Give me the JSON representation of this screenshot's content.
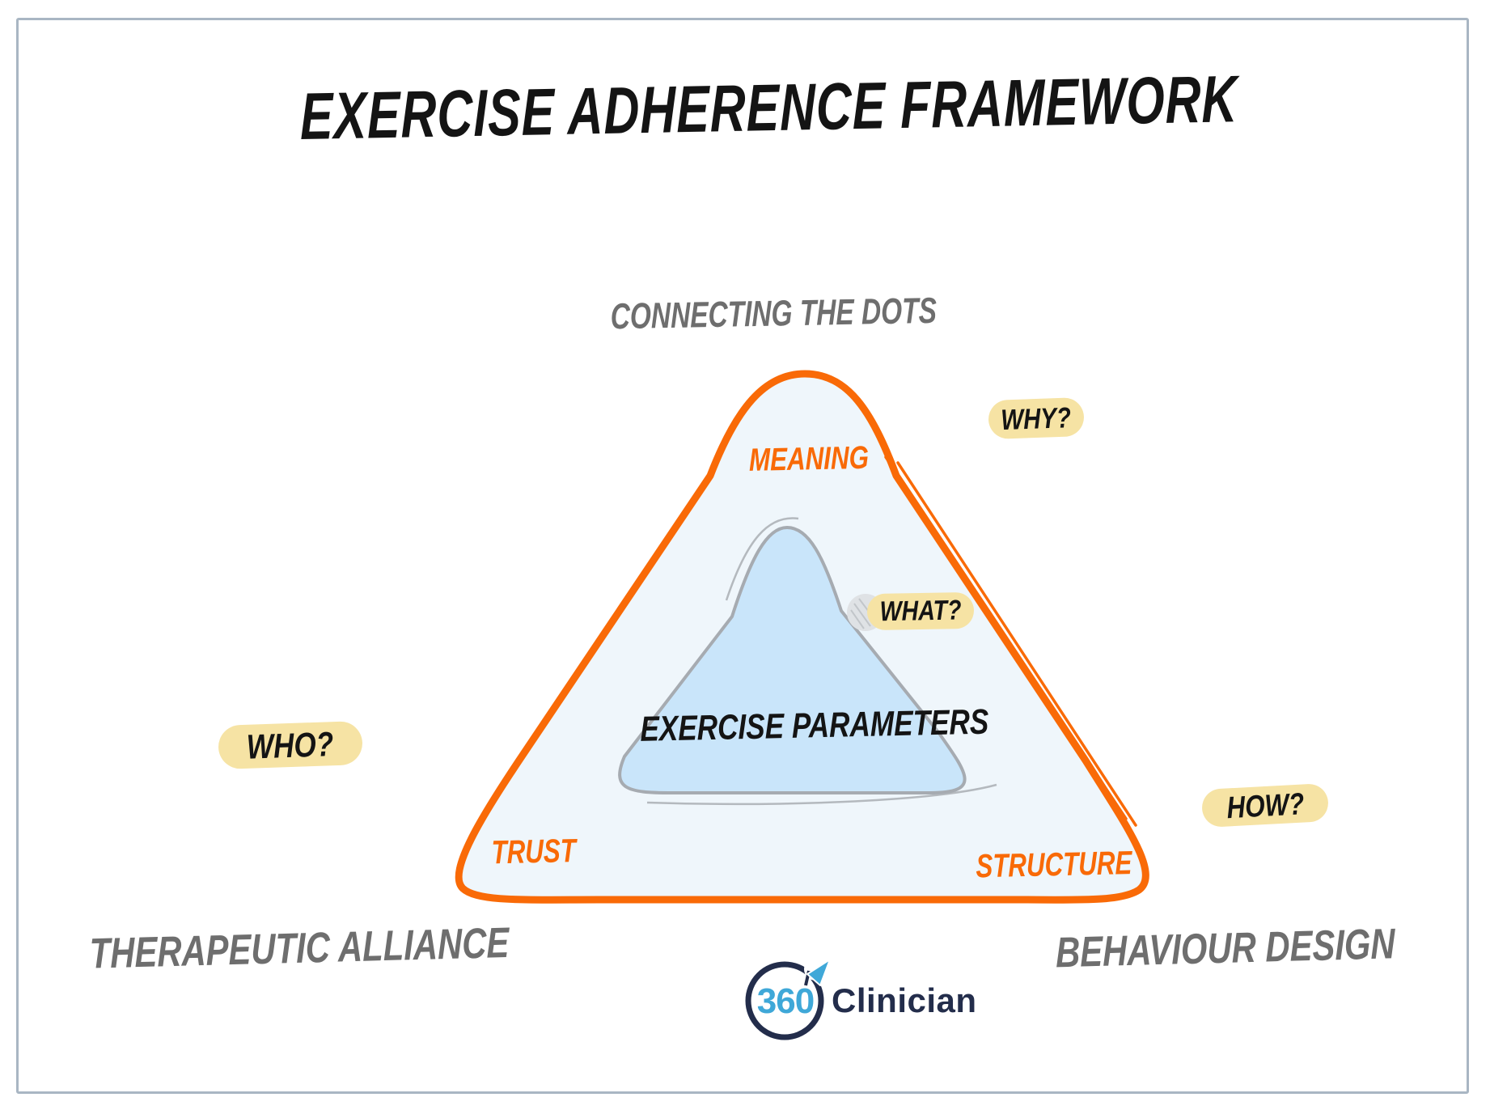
{
  "title": "EXERCISE ADHERENCE FRAMEWORK",
  "subtitle": "CONNECTING THE DOTS",
  "triangle": {
    "labels": {
      "top": "MEANING",
      "bottom_left": "TRUST",
      "bottom_right": "STRUCTURE"
    },
    "inner_label": "EXERCISE PARAMETERS"
  },
  "questions": {
    "why": "WHY?",
    "what": "WHAT?",
    "who": "WHO?",
    "how": "HOW?"
  },
  "side_labels": {
    "left": "THERAPEUTIC ALLIANCE",
    "right": "BEHAVIOUR DESIGN"
  },
  "logo": {
    "number": "360",
    "name": "Clinician"
  },
  "colors": {
    "orange": "#F96A07",
    "outer_fill": "#EFF6FB",
    "inner_fill": "#C9E5FA",
    "inner_stroke": "#A6ABB1",
    "highlight_yellow": "#F6E3A4",
    "gray_text": "#6E6E6E",
    "frame_border": "#A9B6C3",
    "logo_navy": "#232D4B",
    "logo_blue": "#3FA8D8",
    "text_black": "#141414"
  }
}
